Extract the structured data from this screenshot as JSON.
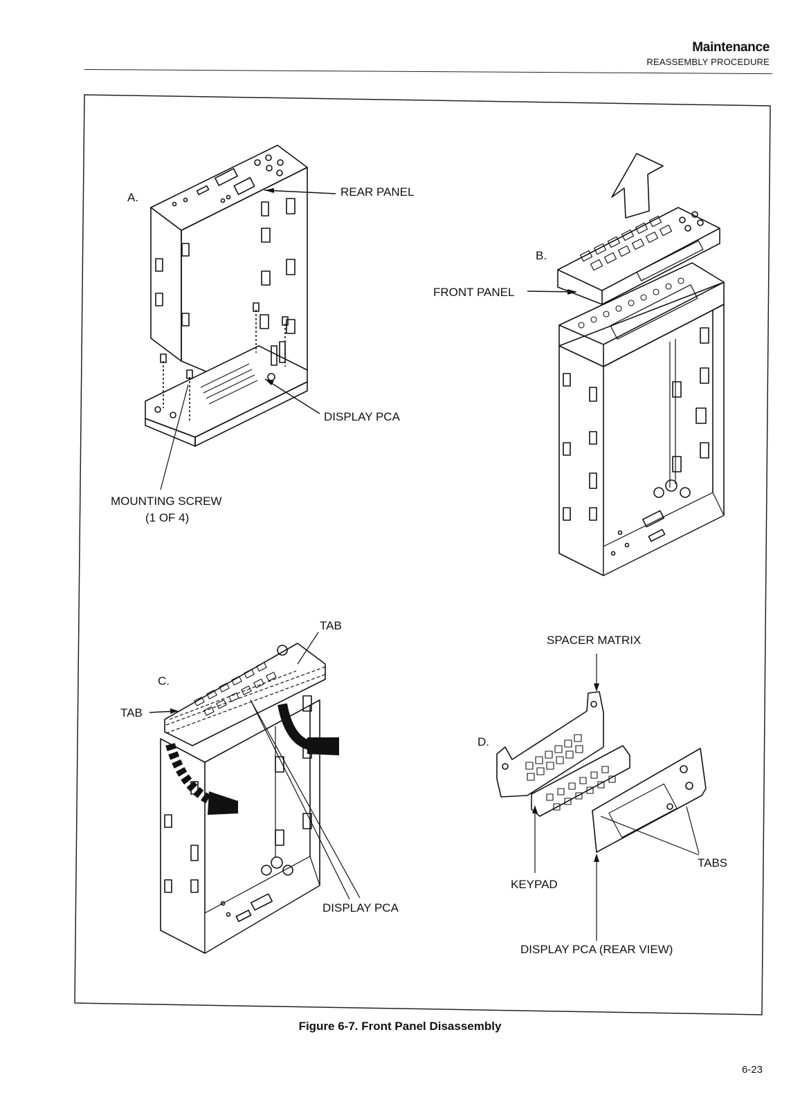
{
  "header": {
    "section": "Maintenance",
    "subsection": "REASSEMBLY PROCEDURE"
  },
  "figure": {
    "caption": "Figure 6-7. Front Panel Disassembly",
    "views": {
      "a": {
        "letter": "A.",
        "labels": {
          "rear_panel": "REAR PANEL",
          "display_pca": "DISPLAY PCA",
          "mounting_screw": "MOUNTING SCREW",
          "mounting_screw_count": "(1 OF 4)"
        }
      },
      "b": {
        "letter": "B.",
        "labels": {
          "front_panel": "FRONT PANEL"
        }
      },
      "c": {
        "letter": "C.",
        "labels": {
          "tab_top": "TAB",
          "tab_left": "TAB",
          "display_pca": "DISPLAY PCA"
        }
      },
      "d": {
        "letter": "D.",
        "labels": {
          "spacer_matrix": "SPACER MATRIX",
          "keypad": "KEYPAD",
          "tabs": "TABS",
          "display_pca_rear": "DISPLAY PCA (REAR VIEW)"
        }
      }
    }
  },
  "page_number": "6-23"
}
